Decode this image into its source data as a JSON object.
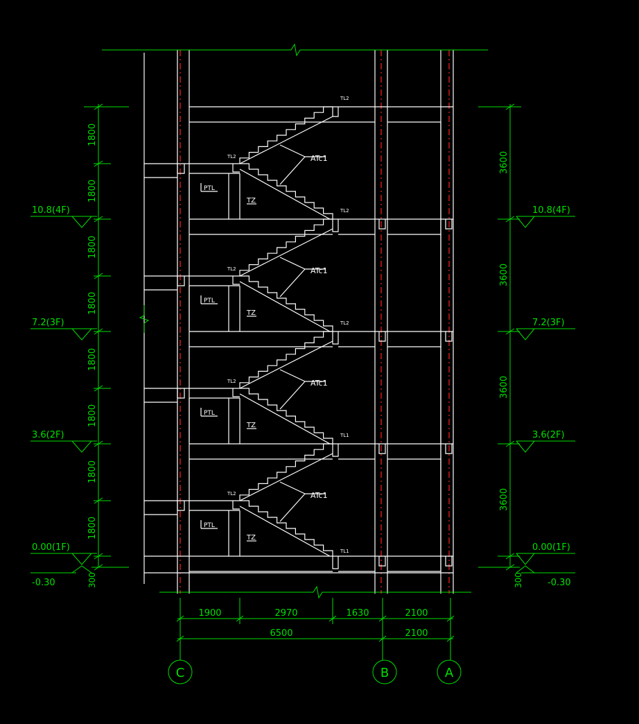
{
  "colors": {
    "background": "#000000",
    "structure": "#ffffff",
    "dimension": "#00e000",
    "axis": "#ff2020"
  },
  "levels": [
    {
      "label": "0.00(1F)"
    },
    {
      "label": "3.6(2F)"
    },
    {
      "label": "7.2(3F)"
    },
    {
      "label": "10.8(4F)"
    }
  ],
  "below_grade": {
    "label": "-0.30",
    "dim": "300"
  },
  "left_dims": [
    "1800",
    "1800",
    "1800",
    "1800",
    "1800",
    "1800",
    "1800",
    "1800"
  ],
  "right_dims": [
    "3600",
    "3600",
    "3600",
    "3600"
  ],
  "bottom_dims_row1": [
    "1900",
    "2970",
    "1630",
    "2100"
  ],
  "bottom_dims_row2": [
    "6500",
    "2100"
  ],
  "axes": [
    "C",
    "B",
    "A"
  ],
  "flights": [
    {
      "upper_beam": "TL1",
      "mid_beam": "TL2",
      "stair": "ATc1",
      "pillar": "TZ",
      "landing": "PTL"
    },
    {
      "upper_beam": "TL2",
      "mid_beam": "TL2",
      "stair": "ATc1",
      "pillar": "TZ",
      "landing": "PTL"
    },
    {
      "upper_beam": "TL2",
      "mid_beam": "TL2",
      "stair": "ATc1",
      "pillar": "TZ",
      "landing": "PTL"
    },
    {
      "upper_beam": "TL2",
      "mid_beam": "TL2",
      "stair": "ATc1",
      "pillar": "TZ",
      "landing": "PTL"
    }
  ],
  "ground_beam": "TL1"
}
